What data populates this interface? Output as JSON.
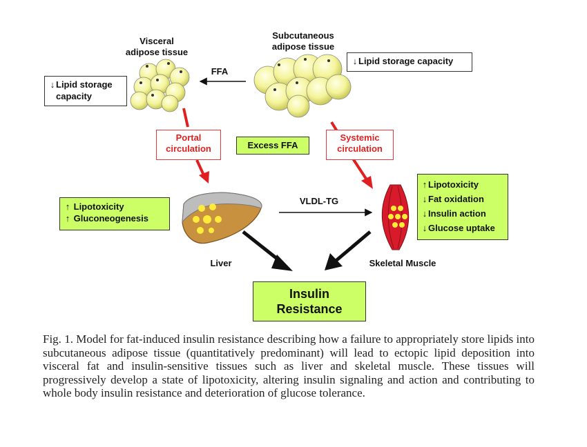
{
  "labels": {
    "visceral": [
      "Visceral",
      "adipose tissue"
    ],
    "subcutaneous": [
      "Subcutaneous",
      "adipose tissue"
    ],
    "ffa": "FFA",
    "vldl": "VLDL-TG",
    "liver": "Liver",
    "muscle": "Skeletal Muscle"
  },
  "boxes": {
    "visceral_lipid": {
      "arrow": "↓",
      "lines": [
        "Lipid storage",
        "capacity"
      ]
    },
    "subcut_lipid": {
      "arrow": "↓",
      "text": "Lipid storage capacity"
    },
    "portal": [
      "Portal",
      "circulation"
    ],
    "systemic": [
      "Systemic",
      "circulation"
    ],
    "excess_ffa": "Excess FFA",
    "liver_effects": [
      {
        "arrow": "↑",
        "text": "Lipotoxicity"
      },
      {
        "arrow": "↑",
        "text": "Gluconeogenesis"
      }
    ],
    "muscle_effects": [
      {
        "arrow": "↑",
        "text": "Lipotoxicity"
      },
      {
        "arrow": "↓",
        "text": "Fat oxidation"
      },
      {
        "arrow": "↓",
        "text": "Insulin action"
      },
      {
        "arrow": "↓",
        "text": "Glucose uptake"
      }
    ],
    "insulin_resistance": [
      "Insulin",
      "Resistance"
    ]
  },
  "caption": "Fig. 1. Model for fat-induced insulin resistance describing how a failure to appropriately store lipids into subcutaneous adipose tissue (quantitatively predominant) will lead to ectopic lipid deposition into visceral fat and insulin-sensitive tissues such as liver and skeletal muscle. These tissues will progressively develop a state of lipotoxicity, altering insulin signaling and action and contributing to whole body insulin resistance and deterioration of glucose tolerance.",
  "colors": {
    "green": "#ccff66",
    "red": "#e02020",
    "cell": "#f4f49a"
  }
}
